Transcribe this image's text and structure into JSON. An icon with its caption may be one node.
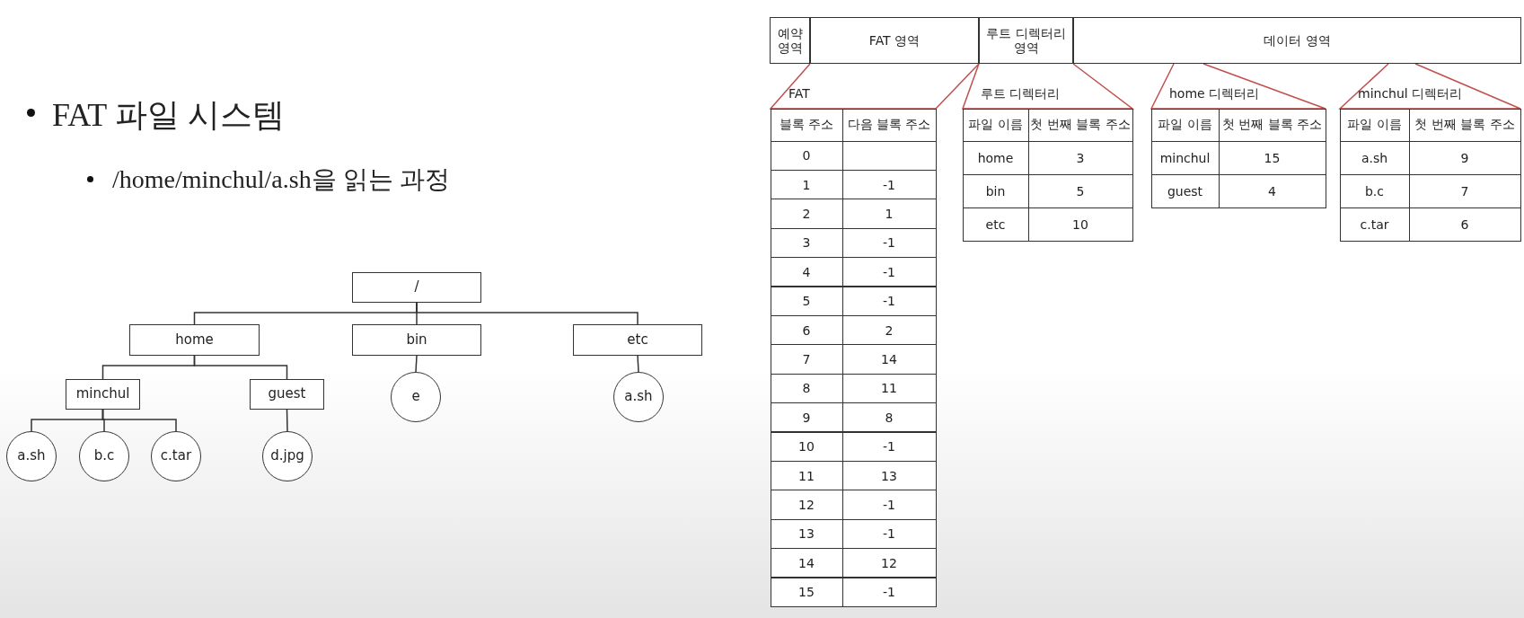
{
  "diagram": {
    "title": "FAT 파일 시스템",
    "nodes": [
      {
        "text": [
          "/"
        ]
      },
      {
        "text": [
          "home"
        ]
      },
      {
        "text": [
          "bin"
        ]
      },
      {
        "text": [
          "etc"
        ]
      },
      {
        "text": [
          "minchul"
        ]
      },
      {
        "text": [
          "guest"
        ]
      },
      {
        "text": [
          "e"
        ]
      },
      {
        "text": [
          "a.sh"
        ]
      },
      {
        "text": [
          "a.sh"
        ]
      },
      {
        "text": [
          "b.c"
        ]
      },
      {
        "text": [
          "c.tar"
        ]
      },
      {
        "text": [
          "d.jpg"
        ]
      },
      {
        "text": [
          "예약 영역"
        ]
      },
      {
        "text": [
          "FAT 영역"
        ]
      },
      {
        "text": [
          "루트 디렉터리 영역"
        ]
      },
      {
        "text": [
          "데이터 영역"
        ]
      },
      {
        "text": [
          "FAT"
        ]
      },
      {
        "text": [
          "루트 디렉터리"
        ]
      },
      {
        "text": [
          "home 디렉터리"
        ]
      },
      {
        "text": [
          "minchul 디렉터리"
        ]
      }
    ],
    "edges": [
      {
        "from": 0,
        "to": 1,
        "arrow": "none"
      },
      {
        "from": 0,
        "to": 2,
        "arrow": "none"
      },
      {
        "from": 0,
        "to": 3,
        "arrow": "none"
      },
      {
        "from": 1,
        "to": 4,
        "arrow": "none"
      },
      {
        "from": 1,
        "to": 5,
        "arrow": "none"
      },
      {
        "from": 2,
        "to": 6,
        "arrow": "none"
      },
      {
        "from": 3,
        "to": 7,
        "arrow": "none"
      },
      {
        "from": 4,
        "to": 8,
        "arrow": "none"
      },
      {
        "from": 4,
        "to": 9,
        "arrow": "none"
      },
      {
        "from": 4,
        "to": 10,
        "arrow": "none"
      },
      {
        "from": 5,
        "to": 11,
        "arrow": "none"
      },
      {
        "from": 13,
        "to": 16,
        "arrow": "none",
        "color": "#c0504d"
      },
      {
        "from": 14,
        "to": 17,
        "arrow": "none",
        "color": "#c0504d"
      },
      {
        "from": 15,
        "to": 18,
        "arrow": "none",
        "color": "#c0504d"
      },
      {
        "from": 15,
        "to": 19,
        "arrow": "none",
        "color": "#c0504d"
      }
    ],
    "labels": [
      "/home/minchul/a.sh을 읽는 과정",
      "블록 주소",
      "다음 블록 주소",
      "0",
      "1",
      "-1",
      "2",
      "1",
      "3",
      "-1",
      "4",
      "-1",
      "5",
      "-1",
      "6",
      "2",
      "7",
      "14",
      "8",
      "11",
      "9",
      "8",
      "10",
      "-1",
      "11",
      "13",
      "12",
      "-1",
      "13",
      "-1",
      "14",
      "12",
      "15",
      "-1",
      "파일 이름",
      "첫 번째 블록 주소",
      "home",
      "3",
      "bin",
      "5",
      "etc",
      "10",
      "파일 이름",
      "첫 번째 블록 주소",
      "minchul",
      "15",
      "guest",
      "4",
      "파일 이름",
      "첫 번째 블록 주소",
      "a.sh",
      "9",
      "b.c",
      "7",
      "c.tar",
      "6"
    ]
  }
}
